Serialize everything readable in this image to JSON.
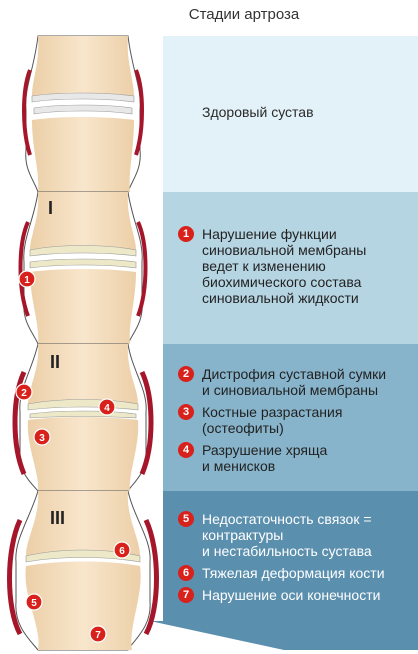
{
  "title": "Стадии артроза",
  "stages": [
    {
      "roman": "",
      "caption": "Здоровый сустав"
    },
    {
      "roman": "I",
      "items": [
        {
          "num": "1",
          "text": "Нарушение функции\nсиновиальной мембраны\nведет к изменению\nбиохимического состава\nсиновиальной жидкости"
        }
      ]
    },
    {
      "roman": "II",
      "items": [
        {
          "num": "2",
          "text": "Дистрофия суставной сумки\nи синовиальной мембраны"
        },
        {
          "num": "3",
          "text": "Костные разрастания\n(остеофиты)"
        },
        {
          "num": "4",
          "text": "Разрушение хряща\nи менисков"
        }
      ]
    },
    {
      "roman": "III",
      "items": [
        {
          "num": "5",
          "text": "Недостаточность связок =\nконтрактуры\nи нестабильность сустава"
        },
        {
          "num": "6",
          "text": "Тяжелая деформация кости"
        },
        {
          "num": "7",
          "text": "Нарушение оси конечности"
        }
      ]
    }
  ],
  "markers": {
    "stage1": [
      "1"
    ],
    "stage2": [
      "2",
      "3",
      "4"
    ],
    "stage3": [
      "5",
      "6",
      "7"
    ]
  },
  "colors": {
    "panel_1": "#e3f2f8",
    "panel_2": "#b6d5e3",
    "panel_3": "#87b4cb",
    "panel_4": "#5b8fae",
    "marker": "#d9211c",
    "capsule": "#a5162a",
    "bone": "#f3dfc4",
    "cartilage": "#f4efcb"
  }
}
